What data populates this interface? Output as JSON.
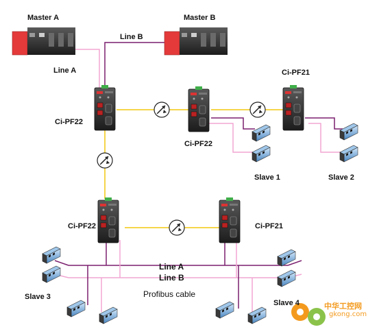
{
  "labels": {
    "master_a": "Master A",
    "master_b": "Master B",
    "line_a_top": "Line A",
    "line_b_top": "Line B",
    "cipf22_top_left": "Ci-PF22",
    "cipf22_top_mid": "Ci-PF22",
    "cipf21_top_right": "Ci-PF21",
    "cipf22_bottom_left": "Ci-PF22",
    "cipf21_bottom_right": "Ci-PF21",
    "slave1": "Slave 1",
    "slave2": "Slave 2",
    "slave3": "Slave 3",
    "slave4": "Slave 4",
    "line_a_bottom": "Line A",
    "line_b_bottom": "Line B",
    "profibus_cable": "Profibus cable"
  },
  "watermark": {
    "cn": "中华工控网",
    "url": "gkong.com"
  },
  "colors": {
    "line_a": "#f2a6d2",
    "line_b": "#7a1f6e",
    "fiber": "#f5d54a",
    "plc_red": "#e43a3a",
    "device_dark": "#2a2a2a",
    "slave_blue": "#7fb7e8",
    "watermark_orange": "#f39a1e",
    "watermark_green": "#8bc34a"
  }
}
